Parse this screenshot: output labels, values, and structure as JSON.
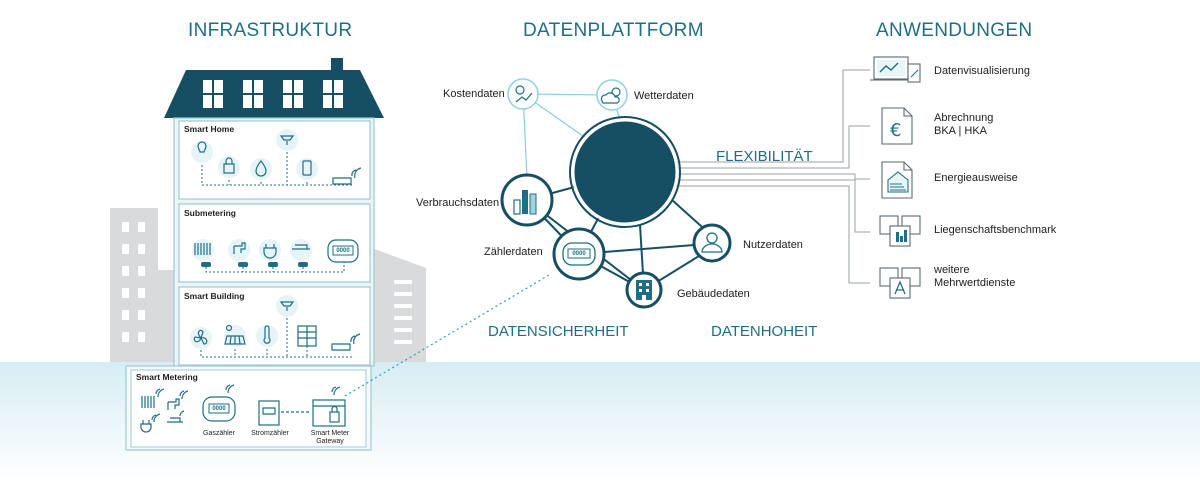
{
  "headings": {
    "infrastruktur": "INFRASTRUKTUR",
    "datenplattform": "DATENPLATTFORM",
    "anwendungen": "ANWENDUNGEN"
  },
  "building": {
    "sections": [
      {
        "title": "Smart Home"
      },
      {
        "title": "Submetering"
      },
      {
        "title": "Smart Building"
      },
      {
        "title": "Smart Metering"
      }
    ],
    "meter_display": "0000",
    "metering_labels": {
      "gaszaehler": "Gaszähler",
      "stromzaehler": "Stromzähler",
      "gateway": "Smart Meter Gateway"
    }
  },
  "platform": {
    "nodes": {
      "kostendaten": "Kostendaten",
      "wetterdaten": "Wetterdaten",
      "verbrauchsdaten": "Verbrauchsdaten",
      "zaehlerdaten": "Zählerdaten",
      "nutzerdaten": "Nutzerdaten",
      "gebaeudedaten": "Gebäudedaten"
    },
    "flexibilitaet": "FLEXIBILITÄT",
    "datensicherheit": "DATENSICHERHEIT",
    "datenhoheit": "DATENHOHEIT"
  },
  "applications": [
    {
      "line1": "Datenvisualisierung",
      "line2": ""
    },
    {
      "line1": "Abrechnung",
      "line2": "BKA | HKA"
    },
    {
      "line1": "Energieausweise",
      "line2": ""
    },
    {
      "line1": "Liegenschaftsbenchmark",
      "line2": ""
    },
    {
      "line1": "weitere",
      "line2": "Mehrwertdienste"
    }
  ],
  "colors": {
    "teal": "#1e6f86",
    "dark": "#164f63",
    "light": "#9fd3e0",
    "water": "#e3f3f8",
    "grey": "#d5d7d9"
  }
}
